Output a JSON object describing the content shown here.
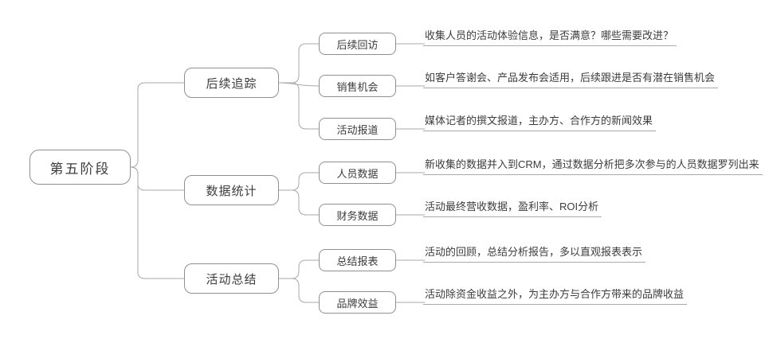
{
  "diagram": {
    "type": "mindmap",
    "orientation": "left-to-right"
  },
  "root": {
    "label": "第五阶段"
  },
  "branches": [
    {
      "label": "后续追踪",
      "children": [
        {
          "label": "后续回访",
          "note": "收集人员的活动体验信息，是否满意？哪些需要改进？"
        },
        {
          "label": "销售机会",
          "note": "如客户答谢会、产品发布会适用，后续跟进是否有潜在销售机会"
        },
        {
          "label": "活动报道",
          "note": "媒体记者的撰文报道，主办方、合作方的新闻效果"
        }
      ]
    },
    {
      "label": "数据统计",
      "children": [
        {
          "label": "人员数据",
          "note": "新收集的数据并入到CRM，通过数据分析把多次参与的人员数据罗列出来"
        },
        {
          "label": "财务数据",
          "note": "活动最终营收数据，盈利率、ROI分析"
        }
      ]
    },
    {
      "label": "活动总结",
      "children": [
        {
          "label": "总结报表",
          "note": "活动的回顾，总结分析报告，多以直观报表表示"
        },
        {
          "label": "品牌效益",
          "note": "活动除资金收益之外，为主办方与合作方带来的品牌收益"
        }
      ]
    }
  ],
  "colors": {
    "background": "#ffffff",
    "node_border": "#8f8f8f",
    "connector": "#a9a9a9",
    "text": "#3c3c3c"
  }
}
